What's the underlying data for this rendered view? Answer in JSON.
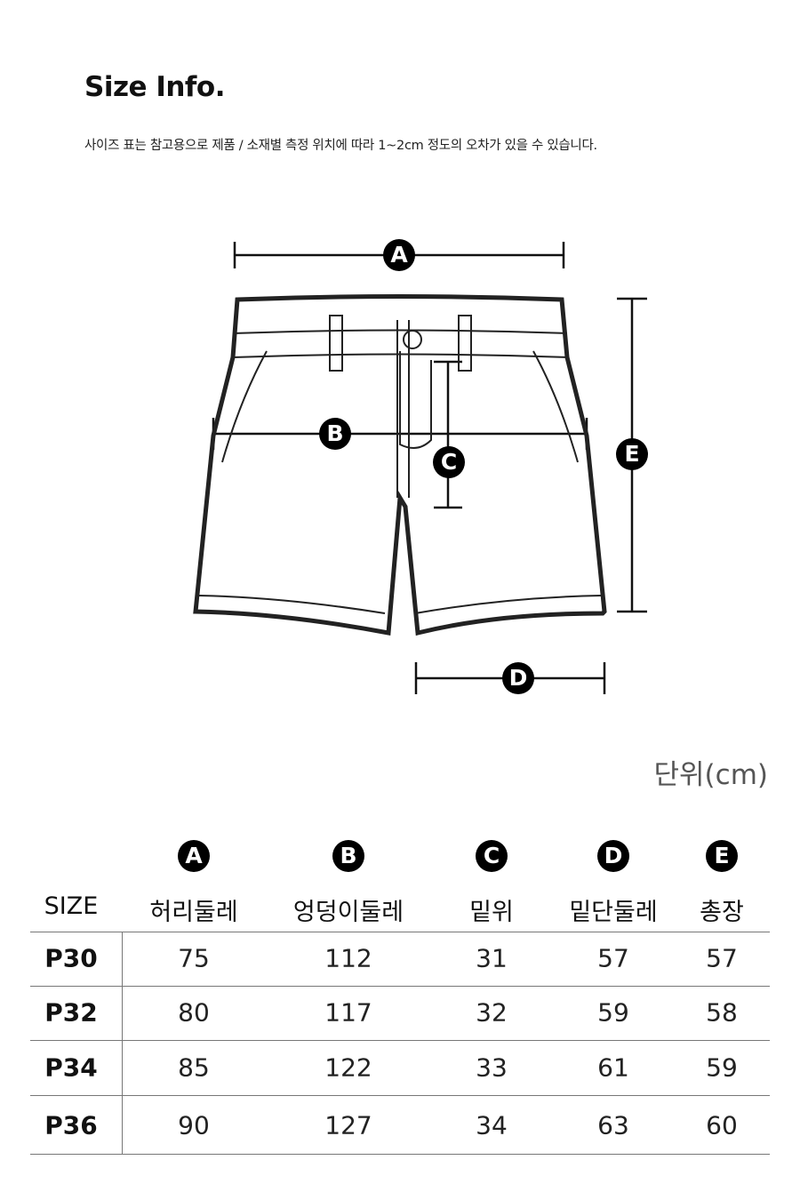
{
  "title": "Size Info.",
  "subtitle": "사이즈 표는 참고용으로 제품 / 소재별 측정 위치에 따라 1~2cm 정도의 오차가 있을 수 있습니다.",
  "diagram_labels": {
    "A": "A",
    "B": "B",
    "C": "C",
    "D": "D",
    "E": "E"
  },
  "unit": "단위(cm)",
  "table": {
    "header_letters": [
      "A",
      "B",
      "C",
      "D",
      "E"
    ],
    "columns": [
      "SIZE",
      "허리둘레",
      "엉덩이둘레",
      "밑위",
      "밑단둘레",
      "총장"
    ],
    "rows": [
      [
        "P30",
        "75",
        "112",
        "31",
        "57",
        "57"
      ],
      [
        "P32",
        "80",
        "117",
        "32",
        "59",
        "58"
      ],
      [
        "P34",
        "85",
        "122",
        "33",
        "61",
        "59"
      ],
      [
        "P36",
        "90",
        "127",
        "34",
        "63",
        "60"
      ]
    ]
  }
}
